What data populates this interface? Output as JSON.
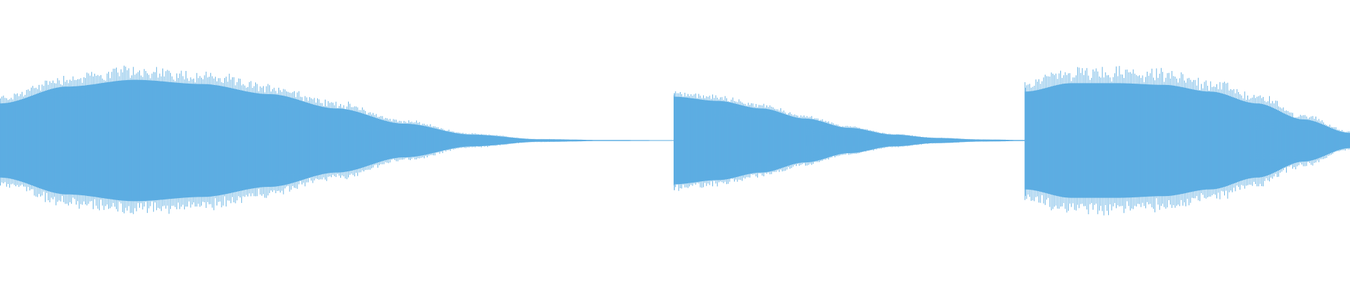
{
  "waveform": {
    "color": "#5dade2",
    "background": "#ffffff",
    "segments": [
      {
        "start_fraction": 0.0,
        "end_fraction": 0.499,
        "envelope": [
          0.44,
          0.64,
          0.72,
          0.67,
          0.55,
          0.38,
          0.2,
          0.07,
          0.015,
          0.006,
          0.004
        ],
        "spike_level": 1.15
      },
      {
        "start_fraction": 0.499,
        "end_fraction": 0.759,
        "envelope": [
          0.52,
          0.47,
          0.38,
          0.26,
          0.15,
          0.07,
          0.03,
          0.012,
          0.006
        ],
        "spike_level": 1.05
      },
      {
        "start_fraction": 0.759,
        "end_fraction": 1.0,
        "envelope": [
          0.58,
          0.68,
          0.68,
          0.66,
          0.58,
          0.44,
          0.25,
          0.09
        ],
        "spike_level": 1.2
      }
    ]
  }
}
